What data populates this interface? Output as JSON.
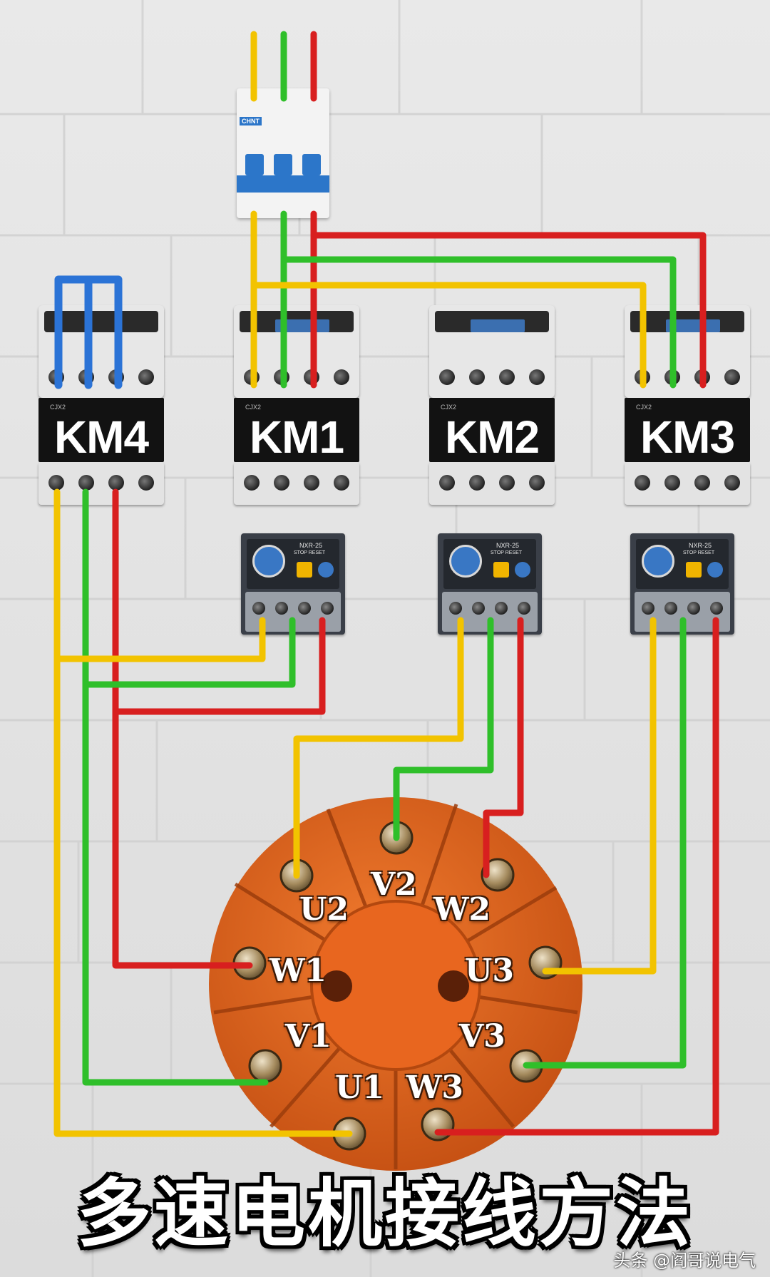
{
  "diagram": {
    "title": "多速电机接线方法",
    "watermark": "头条 @阎哥说电气",
    "breaker": {
      "brand": "CHNT"
    },
    "contactors": [
      {
        "id": "KM4",
        "label": "KM4",
        "tiny": "CJX2"
      },
      {
        "id": "KM1",
        "label": "KM1",
        "tiny": "CJX2"
      },
      {
        "id": "KM2",
        "label": "KM2",
        "tiny": "CJX2"
      },
      {
        "id": "KM3",
        "label": "KM3",
        "tiny": "CJX2"
      }
    ],
    "overload_relays": [
      {
        "model": "NXR-25",
        "buttons": "STOP  RESET"
      },
      {
        "model": "NXR-25",
        "buttons": "STOP  RESET"
      },
      {
        "model": "NXR-25",
        "buttons": "STOP  RESET"
      }
    ],
    "motor_terminals": [
      "U2",
      "V2",
      "W2",
      "W1",
      "U3",
      "V1",
      "V3",
      "U1",
      "W3"
    ],
    "wire_colors": {
      "phase_yellow": "#f2c300",
      "phase_green": "#2fbf2a",
      "phase_red": "#d81f1f",
      "shorting_link": "#2b73d6"
    },
    "motor_color": "#e8661f"
  }
}
